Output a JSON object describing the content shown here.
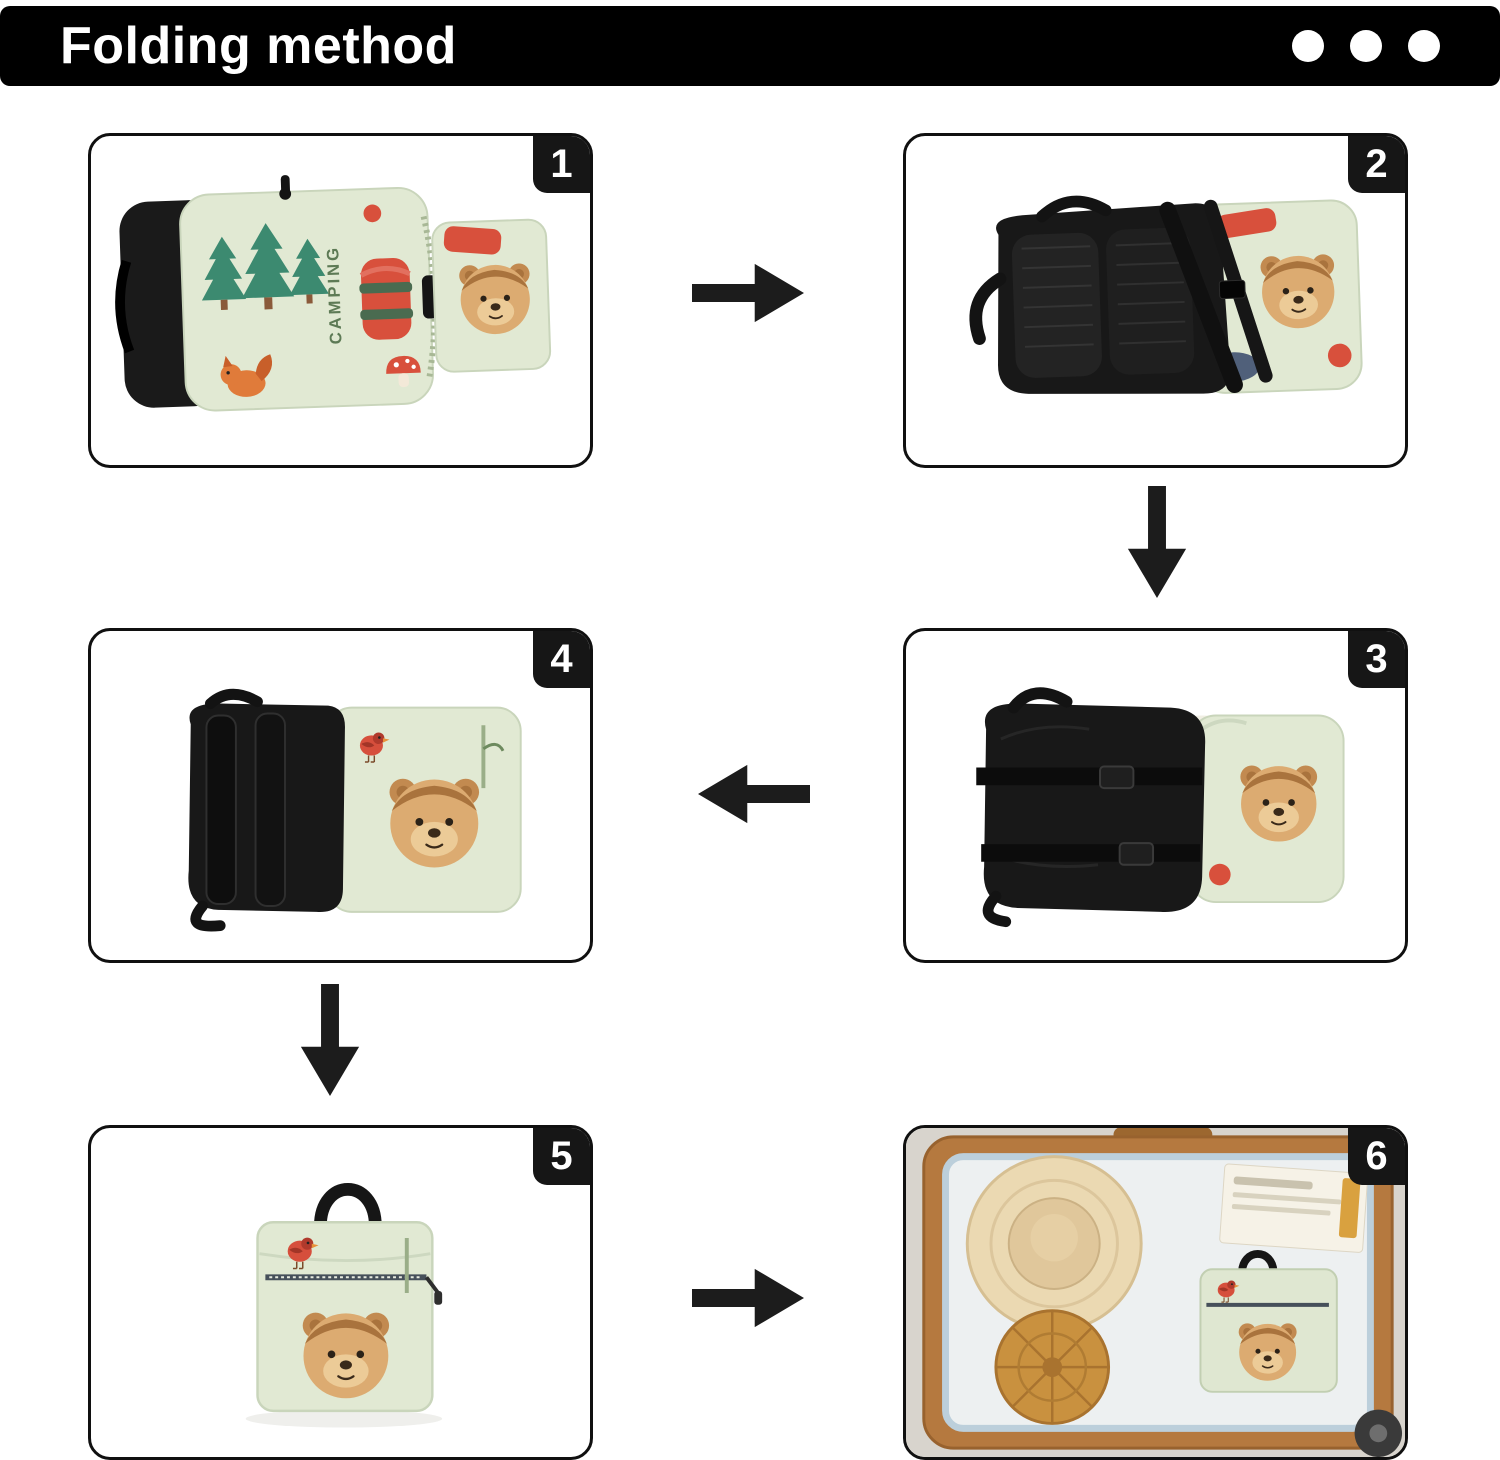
{
  "header": {
    "title": "Folding method",
    "menu_dots_count": 3
  },
  "steps": [
    {
      "number": "1",
      "scene": "backpack-unfolded-front-view"
    },
    {
      "number": "2",
      "scene": "backpack-flipped-straps-folded-over"
    },
    {
      "number": "3",
      "scene": "backpack-sides-folded-in"
    },
    {
      "number": "4",
      "scene": "backpack-rolled-toward-front-pocket"
    },
    {
      "number": "5",
      "scene": "finished-folded-pouch-with-handle"
    },
    {
      "number": "6",
      "scene": "folded-pouch-packed-in-suitcase"
    }
  ],
  "arrows": [
    {
      "from": "1",
      "to": "2",
      "direction": "right"
    },
    {
      "from": "2",
      "to": "3",
      "direction": "down"
    },
    {
      "from": "3",
      "to": "4",
      "direction": "left"
    },
    {
      "from": "4",
      "to": "5",
      "direction": "down"
    },
    {
      "from": "5",
      "to": "6",
      "direction": "right"
    }
  ],
  "scenes": {
    "bag_text": "CAMPING"
  },
  "colors": {
    "header_bg": "#000000",
    "header_text": "#ffffff",
    "panel_border": "#101010",
    "badge_bg": "#161616",
    "badge_text": "#ffffff",
    "arrow": "#1c1c1c",
    "fabric_green": "#e1e9d3",
    "fabric_black": "#181818",
    "accent_red": "#d8503c",
    "bear_tan": "#dcab71",
    "suitcase_leather": "#b5793f"
  }
}
